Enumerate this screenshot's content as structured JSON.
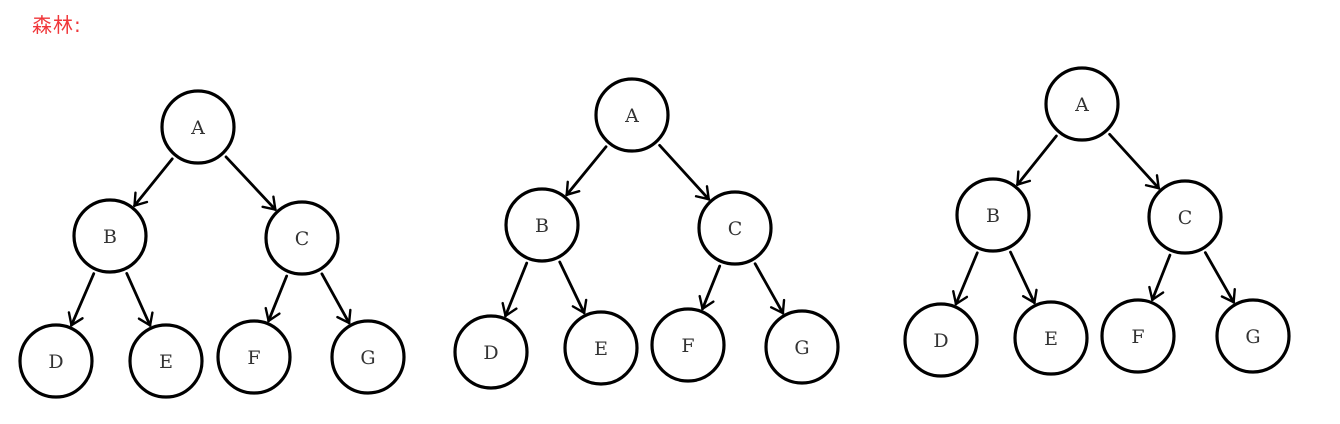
{
  "header": {
    "title": "森林:"
  },
  "forest": {
    "trees": [
      {
        "nodes": [
          "A",
          "B",
          "C",
          "D",
          "E",
          "F",
          "G"
        ],
        "edges": [
          [
            "A",
            "B"
          ],
          [
            "A",
            "C"
          ],
          [
            "B",
            "D"
          ],
          [
            "B",
            "E"
          ],
          [
            "C",
            "F"
          ],
          [
            "C",
            "G"
          ]
        ]
      },
      {
        "nodes": [
          "A",
          "B",
          "C",
          "D",
          "E",
          "F",
          "G"
        ],
        "edges": [
          [
            "A",
            "B"
          ],
          [
            "A",
            "C"
          ],
          [
            "B",
            "D"
          ],
          [
            "B",
            "E"
          ],
          [
            "C",
            "F"
          ],
          [
            "C",
            "G"
          ]
        ]
      },
      {
        "nodes": [
          "A",
          "B",
          "C",
          "D",
          "E",
          "F",
          "G"
        ],
        "edges": [
          [
            "A",
            "B"
          ],
          [
            "A",
            "C"
          ],
          [
            "B",
            "D"
          ],
          [
            "B",
            "E"
          ],
          [
            "C",
            "F"
          ],
          [
            "C",
            "G"
          ]
        ]
      }
    ]
  },
  "colors": {
    "title": "#f0373a",
    "stroke": "#000000",
    "label": "#333333"
  }
}
